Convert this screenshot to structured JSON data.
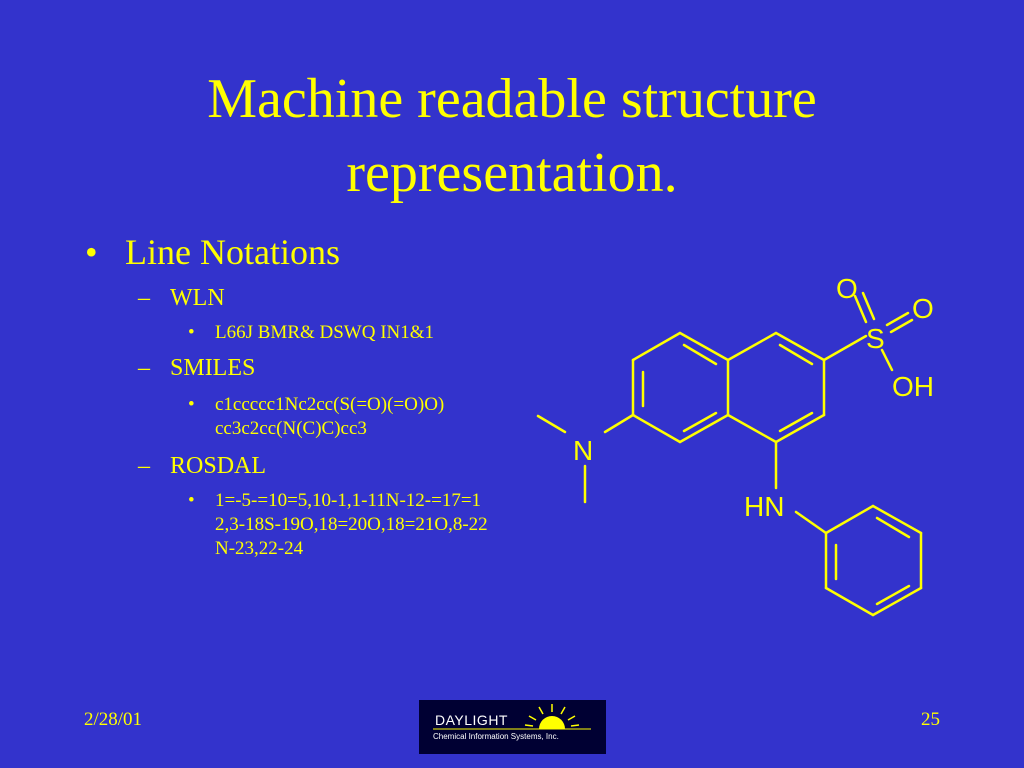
{
  "slide": {
    "title_line1": "Machine readable structure",
    "title_line2": "representation.",
    "bullet": {
      "symbol": "•",
      "label": "Line Notations"
    },
    "sub_bullets": [
      {
        "dash": "–",
        "label": "WLN",
        "item_bullet": "•",
        "item": "L66J BMR& DSWQ IN1&1"
      },
      {
        "dash": "–",
        "label": "SMILES",
        "item_bullet": "•",
        "item": "c1ccccc1Nc2cc(S(=O)(=O)O) cc3c2cc(N(C)C)cc3"
      },
      {
        "dash": "–",
        "label": "ROSDAL",
        "item_bullet": "•",
        "item": "1=-5-=10=5,10-1,1-11N-12-=17=12,3-18S-19O,18=20O,18=21O,8-22N-23,22-24"
      }
    ]
  },
  "molecule": {
    "atoms": {
      "o_top": "O",
      "o_right": "O",
      "s": "S",
      "oh": "OH",
      "n": "N",
      "hn": "HN"
    }
  },
  "footer": {
    "date": "2/28/01",
    "page": "25",
    "logo_name": "DAYLIGHT",
    "logo_sub": "Chemical Information Systems, Inc."
  },
  "colors": {
    "background": "#3333cc",
    "text": "#ffff00"
  }
}
